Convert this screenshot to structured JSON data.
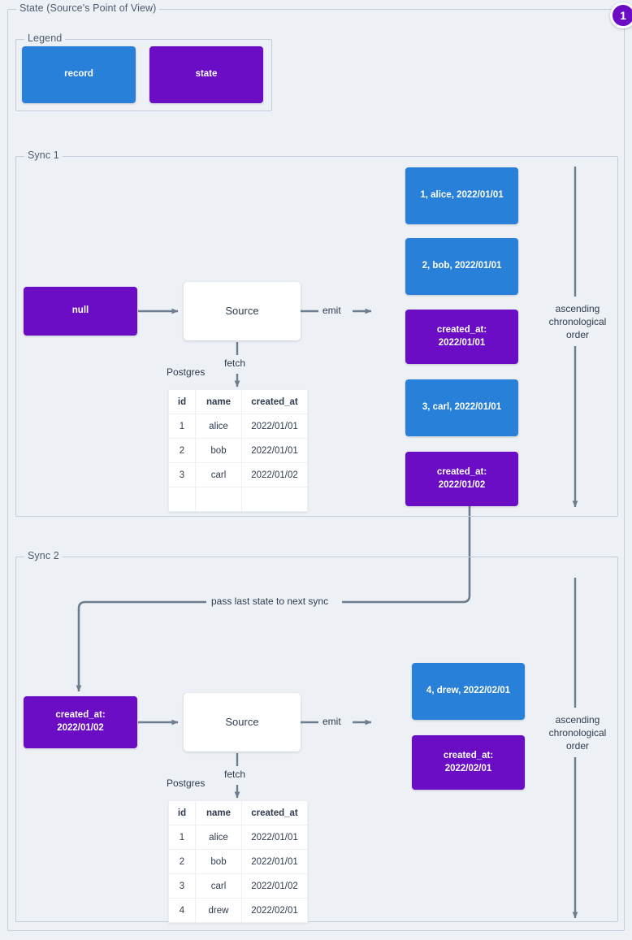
{
  "diagram": {
    "title": "State (Source's Point of View)",
    "badge": "1",
    "colors": {
      "record": "#2980d8",
      "state": "#6a0dc4",
      "background": "#edf0f5",
      "frame_border": "#c3cdd9",
      "connector": "#6b7d8f",
      "text": "#2e3c4e"
    }
  },
  "legend": {
    "label": "Legend",
    "items": [
      {
        "label": "record",
        "kind": "record"
      },
      {
        "label": "state",
        "kind": "state"
      }
    ]
  },
  "sync1": {
    "label": "Sync 1",
    "input_state": "null",
    "source_label": "Source",
    "db_label": "Postgres",
    "fetch_label": "fetch",
    "emit_label": "emit",
    "order_label": "ascending chronological order",
    "table": {
      "columns": [
        "id",
        "name",
        "created_at"
      ],
      "rows": [
        [
          "1",
          "alice",
          "2022/01/01"
        ],
        [
          "2",
          "bob",
          "2022/01/01"
        ],
        [
          "3",
          "carl",
          "2022/01/02"
        ],
        [
          "",
          "",
          ""
        ]
      ]
    },
    "emitted": [
      {
        "kind": "record",
        "line1": "1, alice, 2022/01/01",
        "line2": ""
      },
      {
        "kind": "record",
        "line1": "2, bob, 2022/01/01",
        "line2": ""
      },
      {
        "kind": "state",
        "line1": "created_at:",
        "line2": "2022/01/01"
      },
      {
        "kind": "record",
        "line1": "3, carl, 2022/01/01",
        "line2": ""
      },
      {
        "kind": "state",
        "line1": "created_at:",
        "line2": "2022/01/02"
      }
    ]
  },
  "sync2": {
    "label": "Sync 2",
    "input_state_line1": "created_at:",
    "input_state_line2": "2022/01/02",
    "source_label": "Source",
    "db_label": "Postgres",
    "fetch_label": "fetch",
    "emit_label": "emit",
    "order_label": "ascending chronological order",
    "table": {
      "columns": [
        "id",
        "name",
        "created_at"
      ],
      "rows": [
        [
          "1",
          "alice",
          "2022/01/01"
        ],
        [
          "2",
          "bob",
          "2022/01/01"
        ],
        [
          "3",
          "carl",
          "2022/01/02"
        ],
        [
          "4",
          "drew",
          "2022/02/01"
        ]
      ]
    },
    "emitted": [
      {
        "kind": "record",
        "line1": "4, drew, 2022/02/01",
        "line2": ""
      },
      {
        "kind": "state",
        "line1": "created_at:",
        "line2": "2022/02/01"
      }
    ]
  },
  "connectors": {
    "pass_state_label": "pass last state to next sync"
  }
}
